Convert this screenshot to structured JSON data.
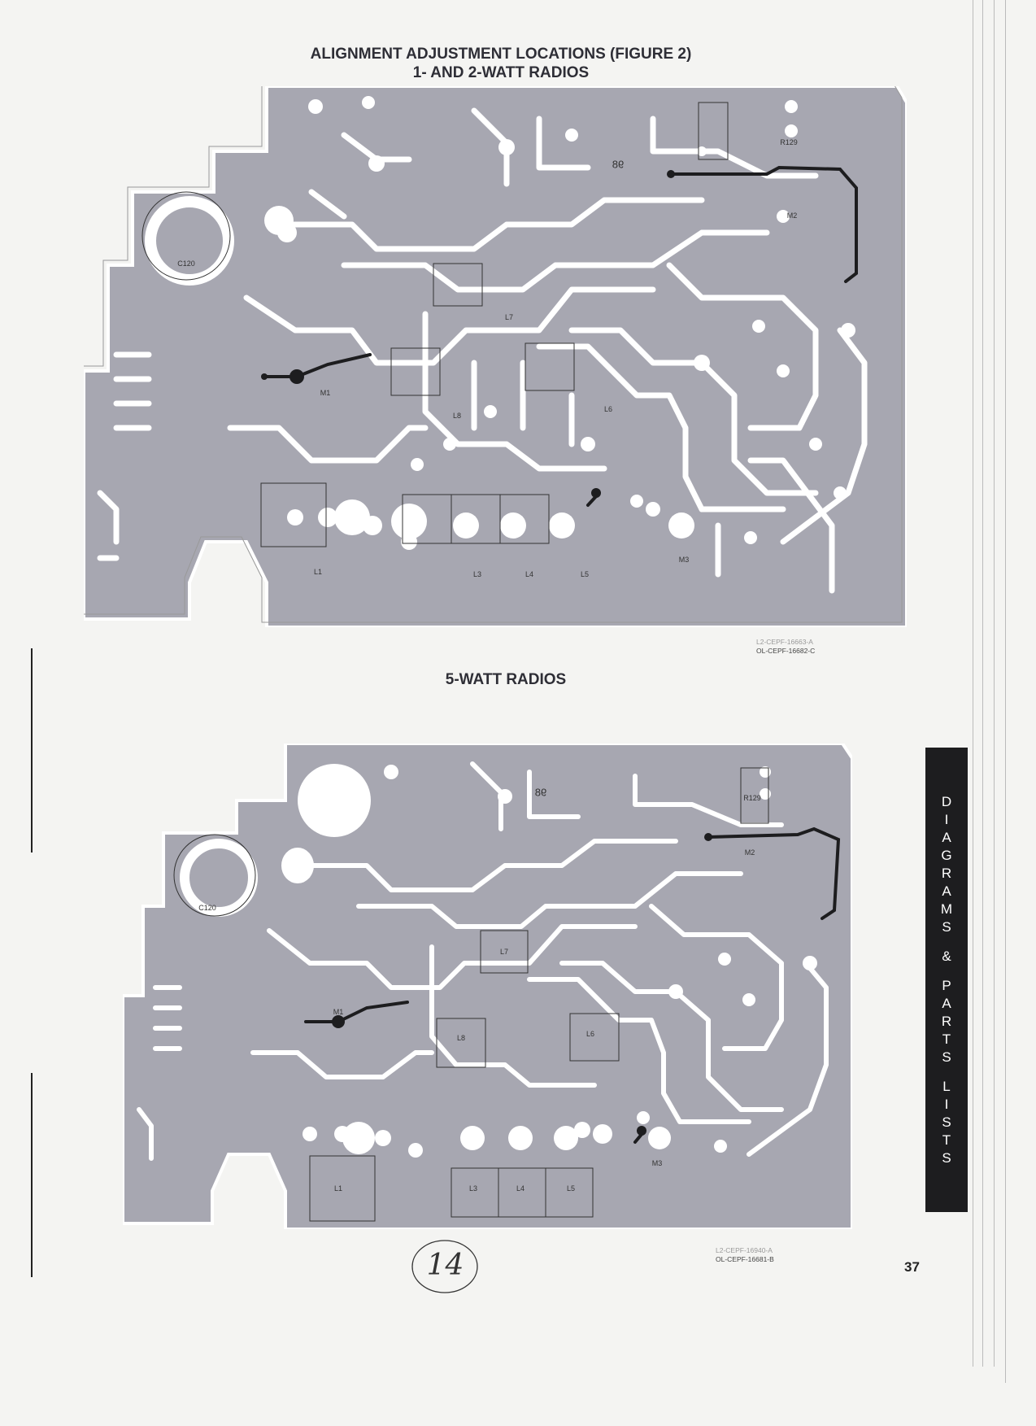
{
  "header": {
    "title_line1": "ALIGNMENT ADJUSTMENT LOCATIONS (FIGURE 2)",
    "title_line2": "1- AND 2-WATT RADIOS"
  },
  "board1": {
    "labels": {
      "c120": "C120",
      "r129": "R129",
      "m2": "M2",
      "l7": "L7",
      "m1": "M1",
      "l8": "L8",
      "l6": "L6",
      "l1": "L1",
      "l3": "L3",
      "l4": "L4",
      "l5": "L5",
      "m3": "M3",
      "marking": "98"
    },
    "code_line1": "L2-CEPF-16663-A",
    "code_line2": "OL-CEPF-16682-C"
  },
  "section2": {
    "title": "5-WATT RADIOS"
  },
  "board2": {
    "labels": {
      "c120": "C120",
      "r129": "R129",
      "m2": "M2",
      "l7": "L7",
      "m1": "M1",
      "l8": "L8",
      "l6": "L6",
      "l1": "L1",
      "l3": "L3",
      "l4": "L4",
      "l5": "L5",
      "m3": "M3",
      "marking": "98"
    },
    "code_line1": "L2-CEPF-16940-A",
    "code_line2": "OL-CEPF-16681-B"
  },
  "handwritten_note": "14",
  "side_tab": {
    "letters": [
      "D",
      "I",
      "A",
      "G",
      "R",
      "A",
      "M",
      "S",
      "&",
      "P",
      "A",
      "R",
      "T",
      "S",
      "L",
      "I",
      "S",
      "T",
      "S"
    ]
  },
  "page_number": "37",
  "colors": {
    "board": "#a7a7b1",
    "trace": "#ffffff",
    "ink": "#1d1d1f"
  }
}
